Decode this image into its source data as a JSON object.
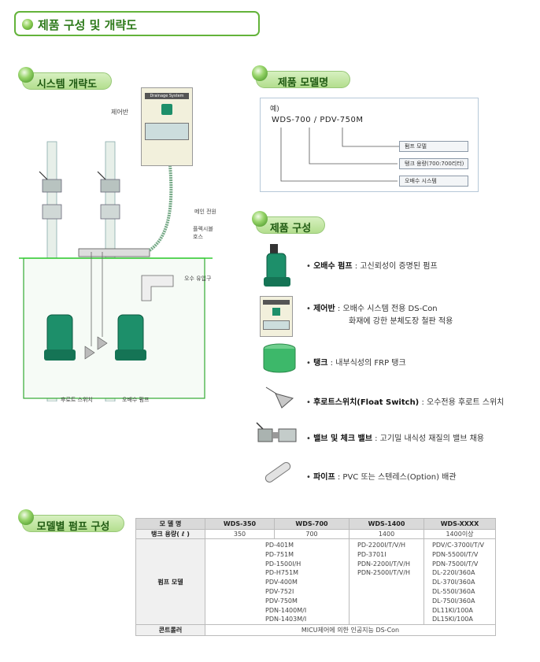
{
  "main_title": "제품 구성 및 개략도",
  "sections": {
    "system": "시스템 개략도",
    "model_name": "제품 모델명",
    "components": "제품 구성",
    "pump_config": "모델별 펌프 구성"
  },
  "diagram": {
    "control_panel": "제어반",
    "panel_header": "Drainage System",
    "main_power": "메인 전원",
    "flexible_hose_1": "플렉시블",
    "flexible_hose_2": "호스",
    "sewage_inlet": "오수 유입구",
    "float_switch": "후로트 스위치",
    "drain_pump": "오배수 펌프"
  },
  "model_example": {
    "prefix": "예)",
    "code": "WDS-700 / PDV-750M",
    "labels": [
      "펌프 모델",
      "탱크 용량(700:700리터)",
      "오배수 시스템"
    ]
  },
  "components": [
    {
      "name": "오배수 펌프",
      "desc": " : 고신뢰성이 증명된 펌프",
      "desc2": ""
    },
    {
      "name": "제어반",
      "desc": " : 오배수 시스템 전용 DS-Con",
      "desc2": "화재에 강한 분체도장 철판 적용"
    },
    {
      "name": "탱크",
      "desc": " : 내부식성의 FRP 탱크",
      "desc2": ""
    },
    {
      "name": "후로트스위치(Float Switch)",
      "desc": " : 오수전용 후로트 스위치",
      "desc2": ""
    },
    {
      "name": "밸브 및 체크 밸브",
      "desc": " : 고기밀 내식성 재질의 밸브 채용",
      "desc2": ""
    },
    {
      "name": "파이프",
      "desc": " : PVC 또는 스텐레스(Option) 배관",
      "desc2": ""
    }
  ],
  "table": {
    "headers": [
      "모 델 명",
      "WDS-350",
      "WDS-700",
      "WDS-1400",
      "WDS-XXXX"
    ],
    "capacity_label": "탱크 용량( ℓ )",
    "capacities": [
      "350",
      "700",
      "1400",
      "1400이상"
    ],
    "pump_label": "펌프 모델",
    "pumps_350_700": [
      "PD-401M",
      "PD-751M",
      "PD-1500I/H",
      "PD-H751M",
      "PDV-400M",
      "PDV-752I",
      "PDV-750M",
      "PDN-1400M/I",
      "PDN-1403M/I"
    ],
    "pumps_1400": [
      "PD-2200I/T/V/H",
      "PD-3701I",
      "PDN-2200I/T/V/H",
      "PDN-2500I/T/V/H"
    ],
    "pumps_xxxx": [
      "PDV/C-3700I/T/V",
      "PDN-5500I/T/V",
      "PDN-7500I/T/V",
      "DL-220I/360A",
      "DL-370I/360A",
      "DL-550I/360A",
      "DL-750I/360A",
      "DL11KI/100A",
      "DL15KI/100A"
    ],
    "controller_label": "콘트롤러",
    "controller_value": "MICU제어에 의한 인공지능 DS-Con"
  }
}
